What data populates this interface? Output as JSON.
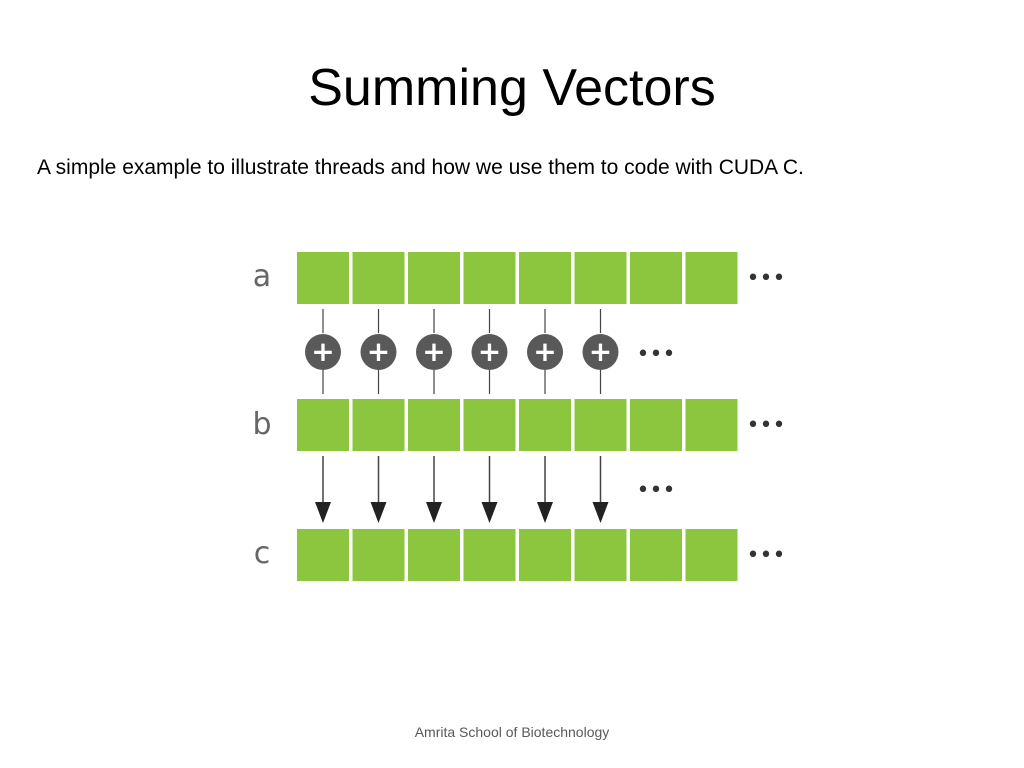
{
  "slide": {
    "title": "Summing Vectors",
    "subtitle": "A simple example to illustrate threads and how we use them to code with CUDA C.",
    "footer": "Amrita School of Biotechnology"
  },
  "diagram": {
    "rows": [
      {
        "label": "a"
      },
      {
        "label": "b"
      },
      {
        "label": "c"
      }
    ],
    "cells_per_row": 8,
    "operations_shown": 6,
    "operator_symbol": "+",
    "ellipsis": "•••",
    "colors": {
      "cell_fill": "#8cc63f",
      "operator_circle": "#595959",
      "operator_symbol": "#ffffff",
      "line": "#444444",
      "arrow": "#222222",
      "ellipsis": "#333333"
    }
  }
}
